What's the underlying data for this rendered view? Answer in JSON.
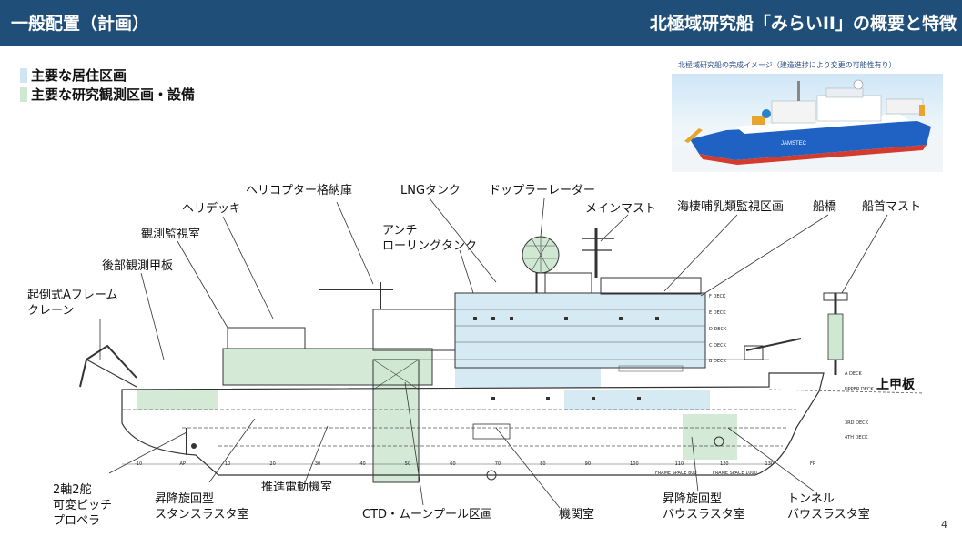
{
  "header": {
    "left_title": "一般配置（計画）",
    "right_title": "北極域研究船「みらいII」の概要と特徴"
  },
  "legend": [
    {
      "label": "主要な居住区画",
      "color": "#cfe6f2"
    },
    {
      "label": "主要な研究観測区画・設備",
      "color": "#cfe8d2"
    }
  ],
  "render": {
    "caption": "北極域研究船の完成イメージ（建造進捗により変更の可能性有り）",
    "hull_text": "JAMSTEC",
    "hull_color": "#1f62c4"
  },
  "labels": {
    "aframe_1": "起倒式Aフレーム",
    "aframe_2": "クレーン",
    "aft_deck": "後部観測甲板",
    "obs_room": "観測監視室",
    "heli_deck": "ヘリデッキ",
    "hangar": "ヘリコプター格納庫",
    "lng": "LNGタンク",
    "doppler": "ドップラーレーダー",
    "antiroll_1": "アンチ",
    "antiroll_2": "ローリングタンク",
    "main_mast": "メインマスト",
    "mammal": "海棲哺乳類監視区画",
    "bridge": "船橋",
    "bow_mast": "船首マスト",
    "upper_deck": "上甲板",
    "prop_1": "2軸2舵",
    "prop_2": "可変ピッチ",
    "prop_3": "プロペラ",
    "stern_1": "昇降旋回型",
    "stern_2": "スタンスラスタ室",
    "motor": "推進電動機室",
    "ctd": "CTD・ムーンプール区画",
    "engine": "機関室",
    "bow_1": "昇降旋回型",
    "bow_2": "バウスラスタ室",
    "tunnel_1": "トンネル",
    "tunnel_2": "バウスラスタ室"
  },
  "decks": {
    "f": "F DECK",
    "e": "E DECK",
    "d": "D DECK",
    "c": "C DECK",
    "b": "B DECK",
    "a": "A DECK",
    "upper": "UPPER DECK",
    "third": "3RD DECK",
    "fourth": "4TH DECK"
  },
  "frames": {
    "ticks": [
      "-10",
      "AP",
      "10",
      "20",
      "30",
      "40",
      "50",
      "60",
      "70",
      "80",
      "90",
      "100",
      "110",
      "120",
      "130",
      "FP"
    ],
    "space_800": "FRAME SPACE 800",
    "space_1000": "FRAME SPACE 1000"
  },
  "page_number": "4"
}
